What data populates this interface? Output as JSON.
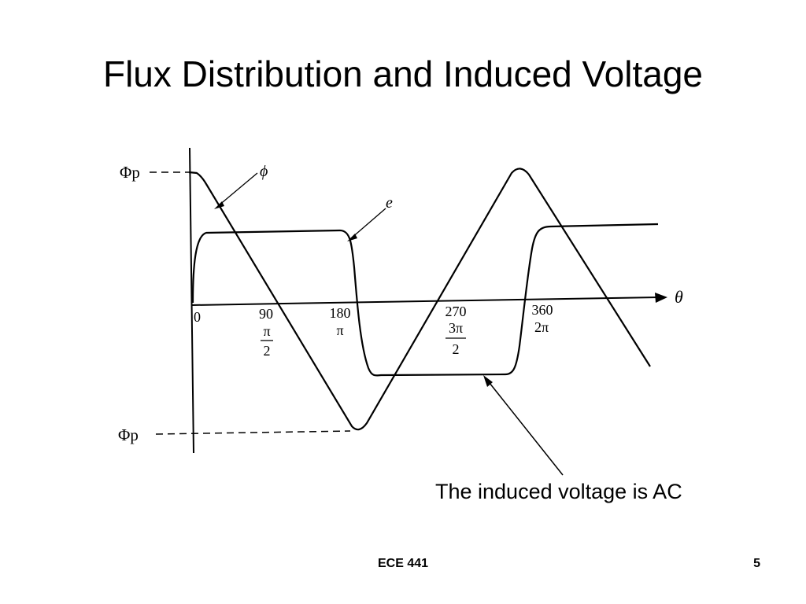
{
  "slide": {
    "title": "Flux Distribution and Induced Voltage",
    "caption": "The induced voltage is AC",
    "footer": "ECE 441",
    "page_number": "5"
  },
  "diagram": {
    "y_labels": {
      "top": "Φp",
      "bottom": "Φp"
    },
    "curve_labels": {
      "flux": "ϕ",
      "voltage": "e"
    },
    "axis_label": "θ",
    "ticks": {
      "t0": {
        "deg": "0"
      },
      "t90": {
        "deg": "90",
        "num": "π",
        "den": "2"
      },
      "t180": {
        "deg": "180",
        "rad": "π"
      },
      "t270": {
        "deg": "270",
        "num": "3π",
        "den": "2"
      },
      "t360": {
        "deg": "360",
        "rad": "2π"
      }
    }
  }
}
